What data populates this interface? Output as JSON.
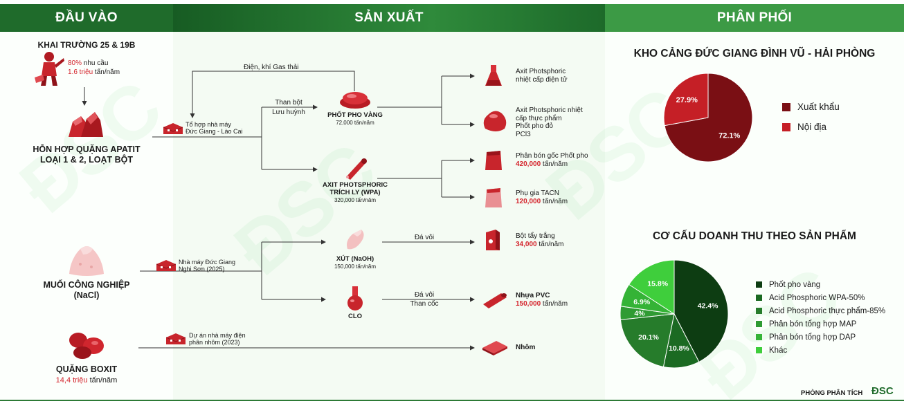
{
  "headers": {
    "input": "ĐẦU VÀO",
    "production": "SẢN XUẤT",
    "distribution": "PHÂN PHỐI"
  },
  "inputs": {
    "mine_title": "KHAI TRƯỜNG 25 & 19B",
    "mine_pct": "80%",
    "mine_demand": " nhu cầu",
    "mine_amount": "1.6 triệu",
    "mine_unit": " tấn/năm",
    "apatite_line1": "HỖN HỢP QUẶNG APATIT",
    "apatite_line2": "LOẠI 1 & 2, LOẠT BỘT",
    "salt_line1": "MUỐI CÔNG NGHIỆP",
    "salt_line2": "(NaCl)",
    "bauxite_title": "QUẶNG BOXIT",
    "bauxite_amount": "14,4 triệu",
    "bauxite_unit": " tấn/năm"
  },
  "production": {
    "complex1_line1": "Tổ hợp nhà máy",
    "complex1_line2": "Đức Giang - Lào Cai",
    "gas_label": "Điện, khí Gas thải",
    "coal_label": "Than bột",
    "sulfur_label": "Lưu huỳnh",
    "yellow_p_name": "PHỐT PHO VÀNG",
    "yellow_p_cap": "72,000 tấn/năm",
    "wpa_line1": "AXIT PHOTSPHORIC",
    "wpa_line2": "TRÍCH LY (WPA)",
    "wpa_cap": "320,000 tấn/năm",
    "complex2_line1": "Nhà máy Đức Giang",
    "complex2_line2": "Nghi Sơn (2025)",
    "naoh_name": "XÚT (NaOH)",
    "naoh_cap": "150,000 tấn/năm",
    "chlorine_name": "CLO",
    "limestone1": "Đá vôi",
    "limestone2": "Đá vôi",
    "coke": "Than cốc",
    "aluminum_plant_line1": "Dự án nhà máy điện",
    "aluminum_plant_line2": "phân nhôm (2023)"
  },
  "outputs": {
    "o1_line1": "Axit Photsphoric",
    "o1_line2": "nhiệt cấp điện tử",
    "o2_line1": "Axit Photsphoric nhiệt",
    "o2_line2": "cấp thực phẩm",
    "o2_line3": "Phốt pho đỏ",
    "o2_line4": "PCl3",
    "o3_name": "Phân bón gốc Phốt pho",
    "o3_amount": "420,000",
    "o3_unit": " tấn/năm",
    "o4_name": "Phụ gia TACN",
    "o4_amount": "120,000",
    "o4_unit": " tấn/năm",
    "o5_name": "Bột tẩy trắng",
    "o5_amount": "34,000",
    "o5_unit": " tấn/năm",
    "o6_name": "Nhựa PVC",
    "o6_amount": "150,000",
    "o6_unit": " tấn/năm",
    "o7_name": "Nhôm"
  },
  "distribution": {
    "port_title": "KHO CẢNG ĐỨC GIANG ĐÌNH VŨ - HẢI PHÒNG",
    "revenue_title": "CƠ CẤU DOANH THU THEO SẢN PHẨM",
    "footer": "PHÒNG PHÂN TÍCH",
    "brand": "ĐSC",
    "watermark": "ĐSC"
  },
  "colors": {
    "dark_green": "#1f6b2b",
    "red": "#d4242c",
    "maroon": "#7a0f14"
  },
  "chart_data": [
    {
      "type": "pie",
      "labels": [
        "Xuất khẩu",
        "Nội địa"
      ],
      "values": [
        72.1,
        27.9
      ],
      "data_labels": [
        "72.1%",
        "27.9%"
      ],
      "colors": [
        "#7a0f14",
        "#c51f26"
      ],
      "legend": "right"
    },
    {
      "type": "pie",
      "labels": [
        "Phốt pho vàng",
        "Acid Phosphoric WPA-50%",
        "Acid Phosphoric thực phẩm-85%",
        "Phân bón tổng hợp MAP",
        "Phân bón tổng hợp DAP",
        "Khác"
      ],
      "values": [
        42.4,
        10.8,
        20.1,
        4,
        6.9,
        15.8
      ],
      "data_labels": [
        "42.4%",
        "10.8%",
        "20.1%",
        "4%",
        "6.9%",
        "15.8%"
      ],
      "colors": [
        "#0d3d12",
        "#1b6a22",
        "#267c2b",
        "#2f9b33",
        "#34b336",
        "#3fce3c"
      ],
      "legend": "right"
    }
  ]
}
